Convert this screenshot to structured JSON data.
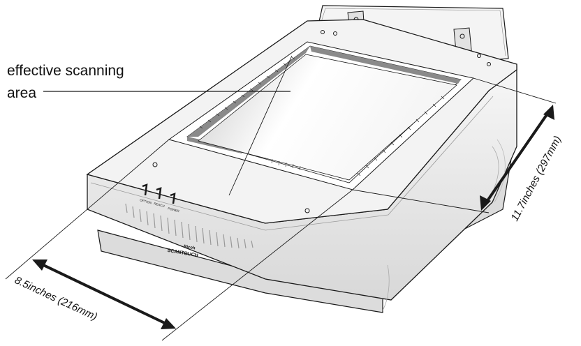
{
  "callout": {
    "line1": "effective scanning",
    "line2": "area"
  },
  "dimensions": {
    "width_label": "8.5inches (216mm)",
    "length_label": "11.7inches (297mm)"
  },
  "panel_buttons": [
    "OPTION",
    "REACH",
    "POWER"
  ],
  "brand": {
    "small_line": "Ricoh",
    "model": "SCANTOUCH"
  },
  "colors": {
    "body": "#f2f2f2",
    "outline": "#1a1a1a",
    "glass_dark": "#7a7a7a"
  }
}
